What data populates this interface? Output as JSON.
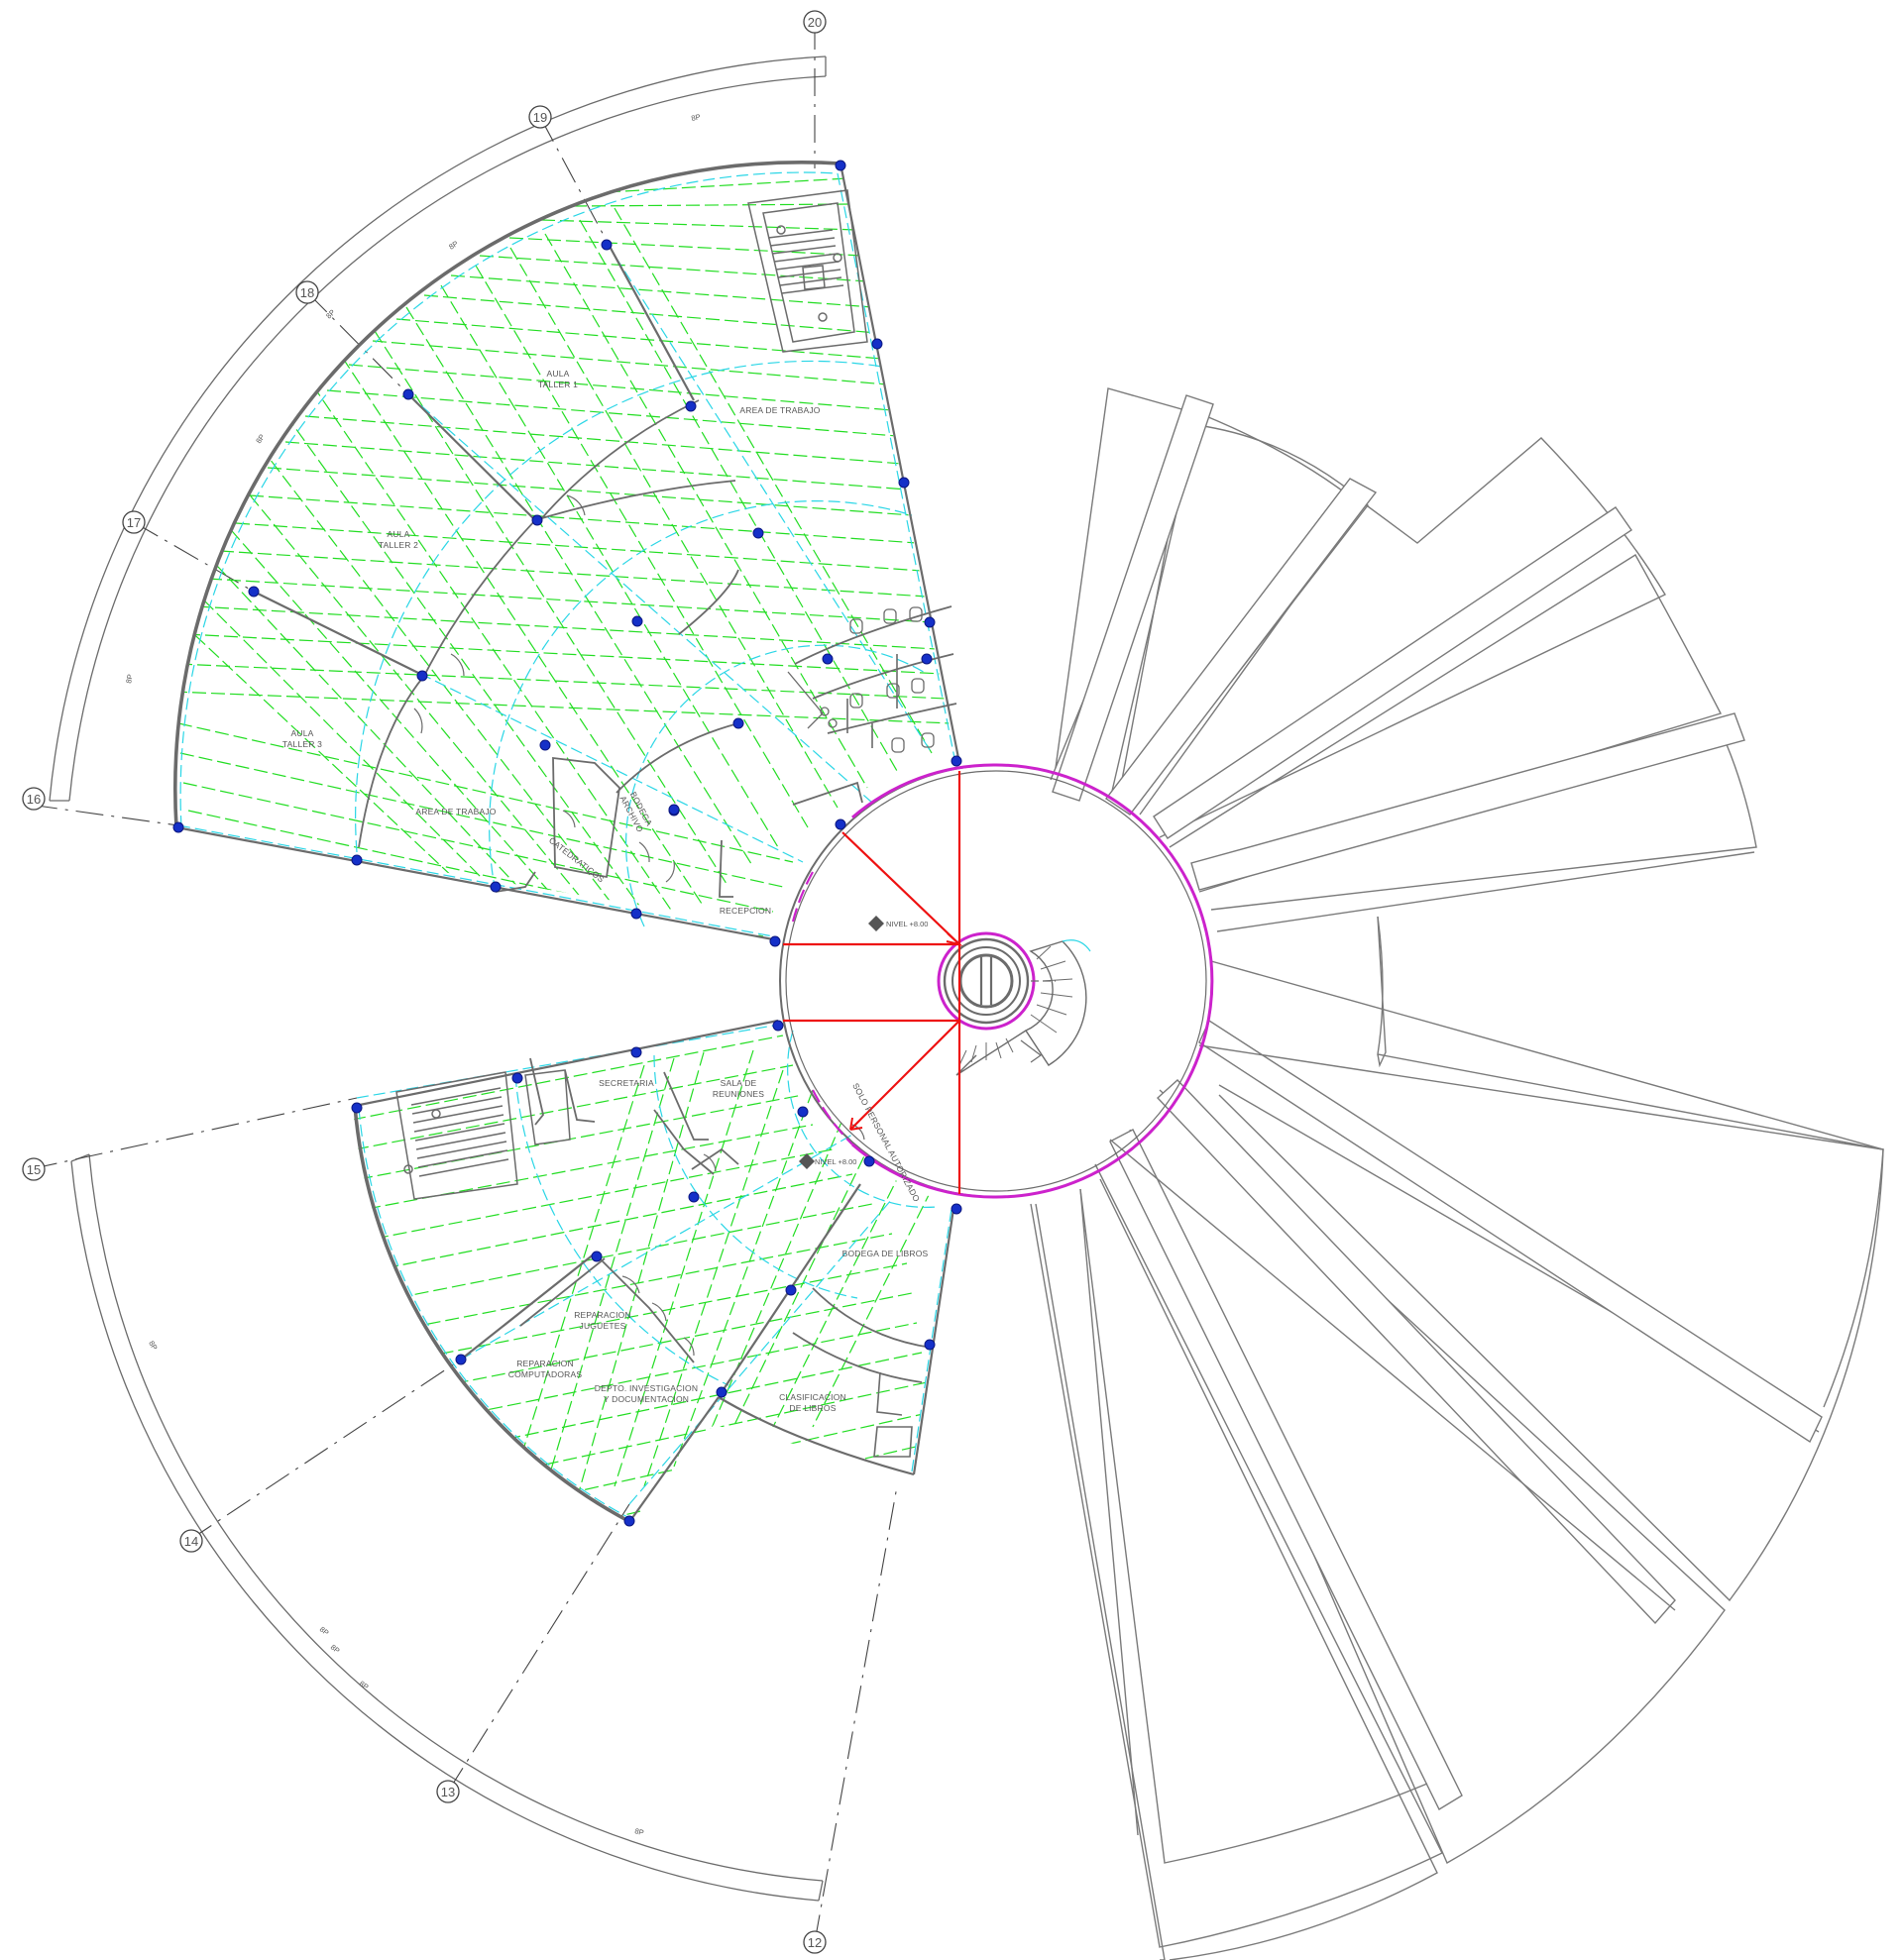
{
  "colors": {
    "wall": "#6b6b6b",
    "outline": "#7a7a7a",
    "beam_green": "#22dd22",
    "grid_cyan": "#2ad6e6",
    "column_blue": "#1530c8",
    "ramp_magenta": "#cc22cc",
    "arrow_red": "#ee1111",
    "axis": "#444444"
  },
  "axes": [
    "12",
    "13",
    "14",
    "15",
    "16",
    "17",
    "18",
    "19",
    "20"
  ],
  "rooms_upper": [
    {
      "line1": "AULA",
      "line2": "TALLER 1"
    },
    {
      "line1": "AULA",
      "line2": "TALLER 2"
    },
    {
      "line1": "AULA",
      "line2": "TALLER 3"
    },
    {
      "line1": "AREA DE TRABAJO",
      "line2": ""
    },
    {
      "line1": "AREA DE TRABAJO",
      "line2": ""
    },
    {
      "line1": "BODEGA",
      "line2": "ARCHIVO"
    },
    {
      "line1": "CATEDRATICOS",
      "line2": ""
    },
    {
      "line1": "RECEPCION",
      "line2": ""
    }
  ],
  "rooms_lower": [
    {
      "line1": "SECRETARIA",
      "line2": ""
    },
    {
      "line1": "SALA DE",
      "line2": "REUNIONES"
    },
    {
      "line1": "BODEGA DE LIBROS",
      "line2": ""
    },
    {
      "line1": "REPARACION",
      "line2": "JUGUETES"
    },
    {
      "line1": "REPARACION",
      "line2": "COMPUTADORAS"
    },
    {
      "line1": "DEPTO. INVESTIGACION",
      "line2": "Y DOCUMENTACION"
    },
    {
      "line1": "CLASIFICACION",
      "line2": "DE LIBROS"
    }
  ],
  "level_labels": [
    "NIVEL +8.00",
    "NIVEL +8.00"
  ],
  "staff_note": "SOLO PERSONAL AUTORIZADO",
  "dim_labels": [
    "8P",
    "8P",
    "8P",
    "8P",
    "8P",
    "8P",
    "8P",
    "8P",
    "8P",
    "8P"
  ]
}
